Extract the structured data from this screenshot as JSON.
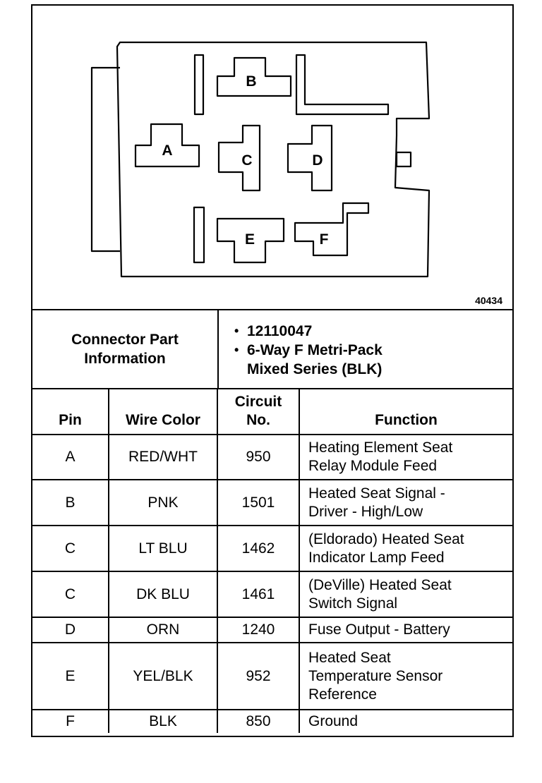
{
  "figure_number": "40434",
  "pin_letters": [
    "A",
    "B",
    "C",
    "D",
    "E",
    "F"
  ],
  "connector_info": {
    "title_line1": "Connector Part",
    "title_line2": "Information",
    "items": [
      "12110047",
      "6-Way F Metri-Pack",
      "Mixed Series (BLK)"
    ]
  },
  "table": {
    "headers": {
      "pin": "Pin",
      "wire_color": "Wire Color",
      "circuit_line1": "Circuit",
      "circuit_line2": "No.",
      "function": "Function"
    },
    "rows": [
      {
        "pin": "A",
        "wire_color": "RED/WHT",
        "circuit": "950",
        "function_lines": [
          "Heating Element Seat",
          "Relay Module Feed"
        ]
      },
      {
        "pin": "B",
        "wire_color": "PNK",
        "circuit": "1501",
        "function_lines": [
          "Heated Seat Signal -",
          "Driver - High/Low"
        ]
      },
      {
        "pin": "C",
        "wire_color": "LT BLU",
        "circuit": "1462",
        "function_lines": [
          "(Eldorado) Heated Seat",
          "Indicator Lamp Feed"
        ]
      },
      {
        "pin": "C",
        "wire_color": "DK BLU",
        "circuit": "1461",
        "function_lines": [
          "(DeVille) Heated Seat",
          "Switch Signal"
        ]
      },
      {
        "pin": "D",
        "wire_color": "ORN",
        "circuit": "1240",
        "function_lines": [
          "Fuse Output - Battery"
        ]
      },
      {
        "pin": "E",
        "wire_color": "YEL/BLK",
        "circuit": "952",
        "function_lines": [
          "Heated Seat",
          "Temperature Sensor",
          "Reference"
        ]
      },
      {
        "pin": "F",
        "wire_color": "BLK",
        "circuit": "850",
        "function_lines": [
          "Ground"
        ]
      }
    ]
  }
}
